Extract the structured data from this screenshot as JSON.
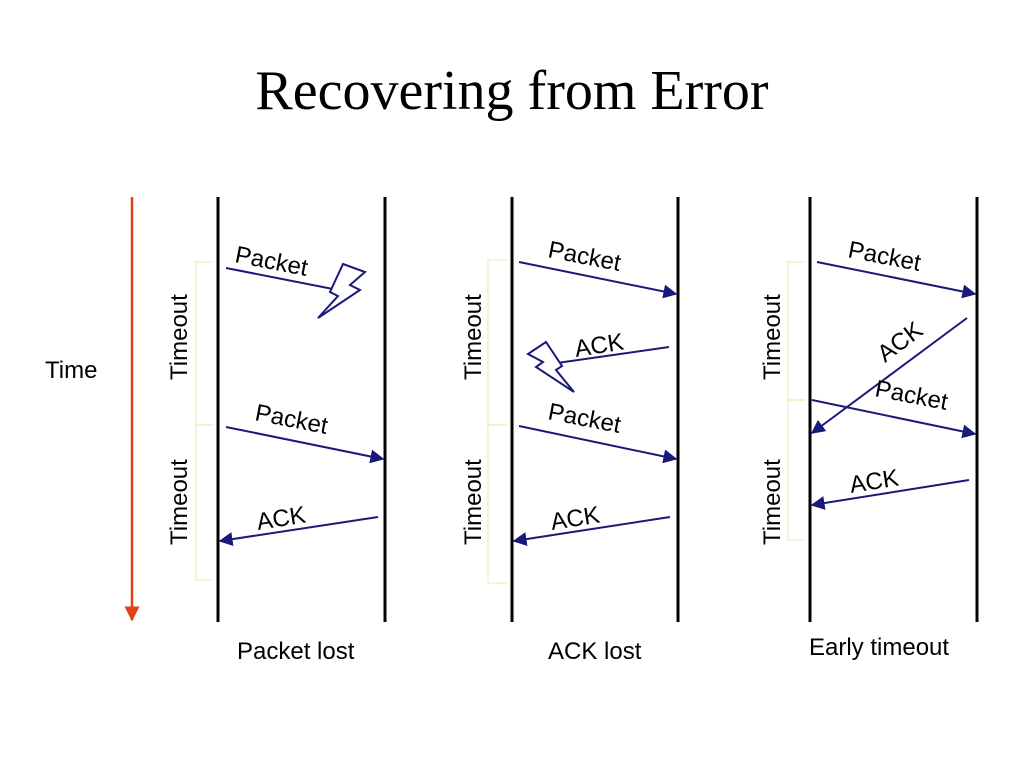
{
  "title": "Recovering from Error",
  "time_label": "Time",
  "colors": {
    "arrow": "#1a1a7a",
    "time_axis": "#e0431a",
    "bracket": "#f2f0c8",
    "bolt_fill": "#ffffff",
    "bolt_stroke": "#1a1a7a"
  },
  "panels": [
    {
      "caption": "Packet lost",
      "timeout_labels": [
        "Timeout",
        "Timeout"
      ],
      "messages": [
        "Packet",
        "Packet",
        "ACK"
      ]
    },
    {
      "caption": "ACK lost",
      "timeout_labels": [
        "Timeout",
        "Timeout"
      ],
      "messages": [
        "Packet",
        "ACK",
        "Packet",
        "ACK"
      ]
    },
    {
      "caption": "Early timeout",
      "timeout_labels": [
        "Timeout",
        "Timeout"
      ],
      "messages": [
        "Packet",
        "ACK",
        "Packet",
        "ACK"
      ]
    }
  ]
}
